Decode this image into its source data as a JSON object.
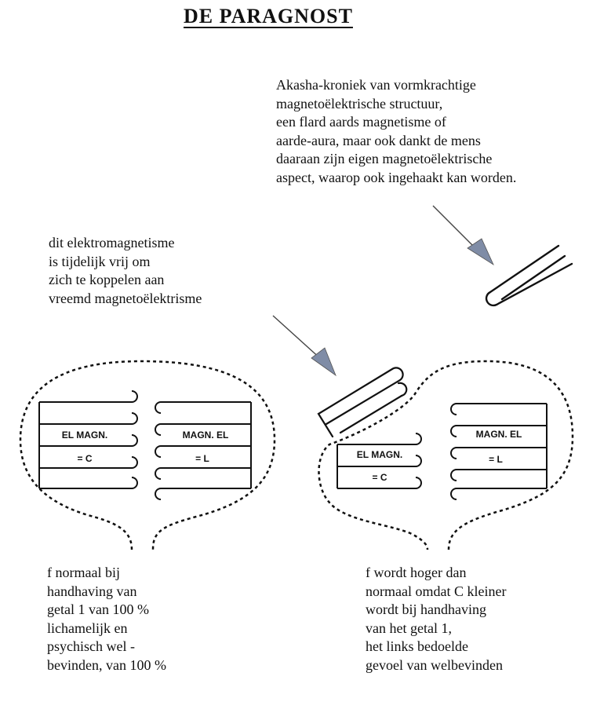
{
  "title": "DE PARAGNOST",
  "annotations": {
    "top_right": [
      "Akasha-kroniek van vormkrachtige",
      "magnetoëlektrische structuur,",
      "een flard aards magnetisme of",
      "aarde-aura, maar ook dankt de mens",
      "daaraan zijn eigen magnetoëlektrische",
      "aspect, waarop ook ingehaakt kan worden."
    ],
    "middle_left": [
      "dit elektromagnetisme",
      "is tijdelijk vrij om",
      "zich te koppelen aan",
      "vreemd magnetoëlektrisme"
    ]
  },
  "left_figure": {
    "left_block_label": "EL MAGN.",
    "left_block_sublabel": "= C",
    "right_block_label": "MAGN. EL",
    "right_block_sublabel": "= L"
  },
  "right_figure": {
    "left_block_label": "EL MAGN.",
    "left_block_sublabel": "= C",
    "right_block_label": "MAGN. EL",
    "right_block_sublabel": "= L"
  },
  "captions": {
    "bottom_left": [
      "f  normaal bij",
      "handhaving van",
      "getal 1 van 100 %",
      "lichamelijk en",
      "psychisch wel -",
      "bevinden, van 100 %"
    ],
    "bottom_right": [
      "f  wordt hoger dan",
      "normaal omdat C kleiner",
      "wordt bij handhaving",
      "van het getal  1,",
      "het links bedoelde",
      "gevoel van welbevinden"
    ]
  },
  "colors": {
    "ink": "#111111",
    "arrow": "#7f8ca6"
  }
}
